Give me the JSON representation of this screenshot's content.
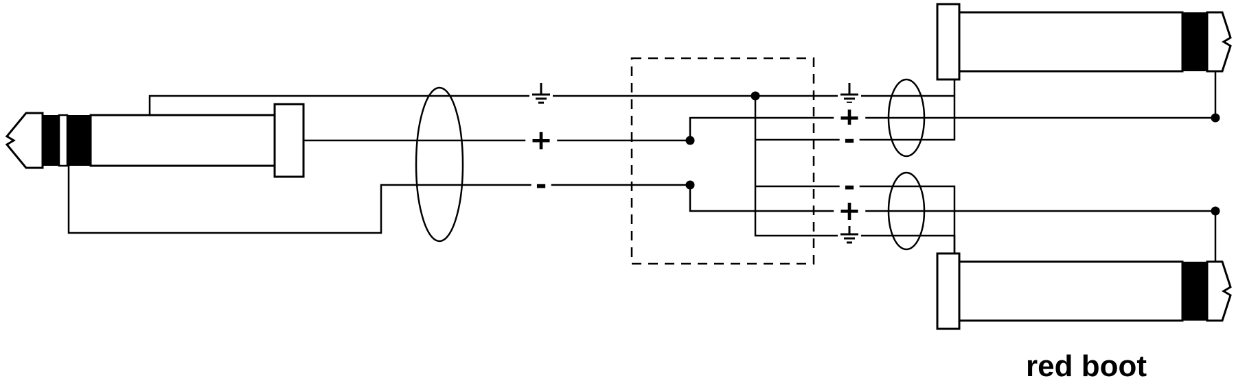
{
  "caption": "red boot",
  "labels": {
    "left": {
      "ground_icon": "earth-ground",
      "plus": "+",
      "minus": "-"
    },
    "right_top": {
      "ground_icon": "earth-ground",
      "plus": "+",
      "minus": "-"
    },
    "right_bottom": {
      "minus": "-",
      "plus": "+",
      "ground_icon": "earth-ground"
    }
  },
  "icons": {
    "ground": "earth-ground-icon",
    "cable_sheath": "cable-sheath-ellipse",
    "junction": "junction-dot"
  },
  "colors": {
    "line": "#000000",
    "background": "#ffffff"
  }
}
